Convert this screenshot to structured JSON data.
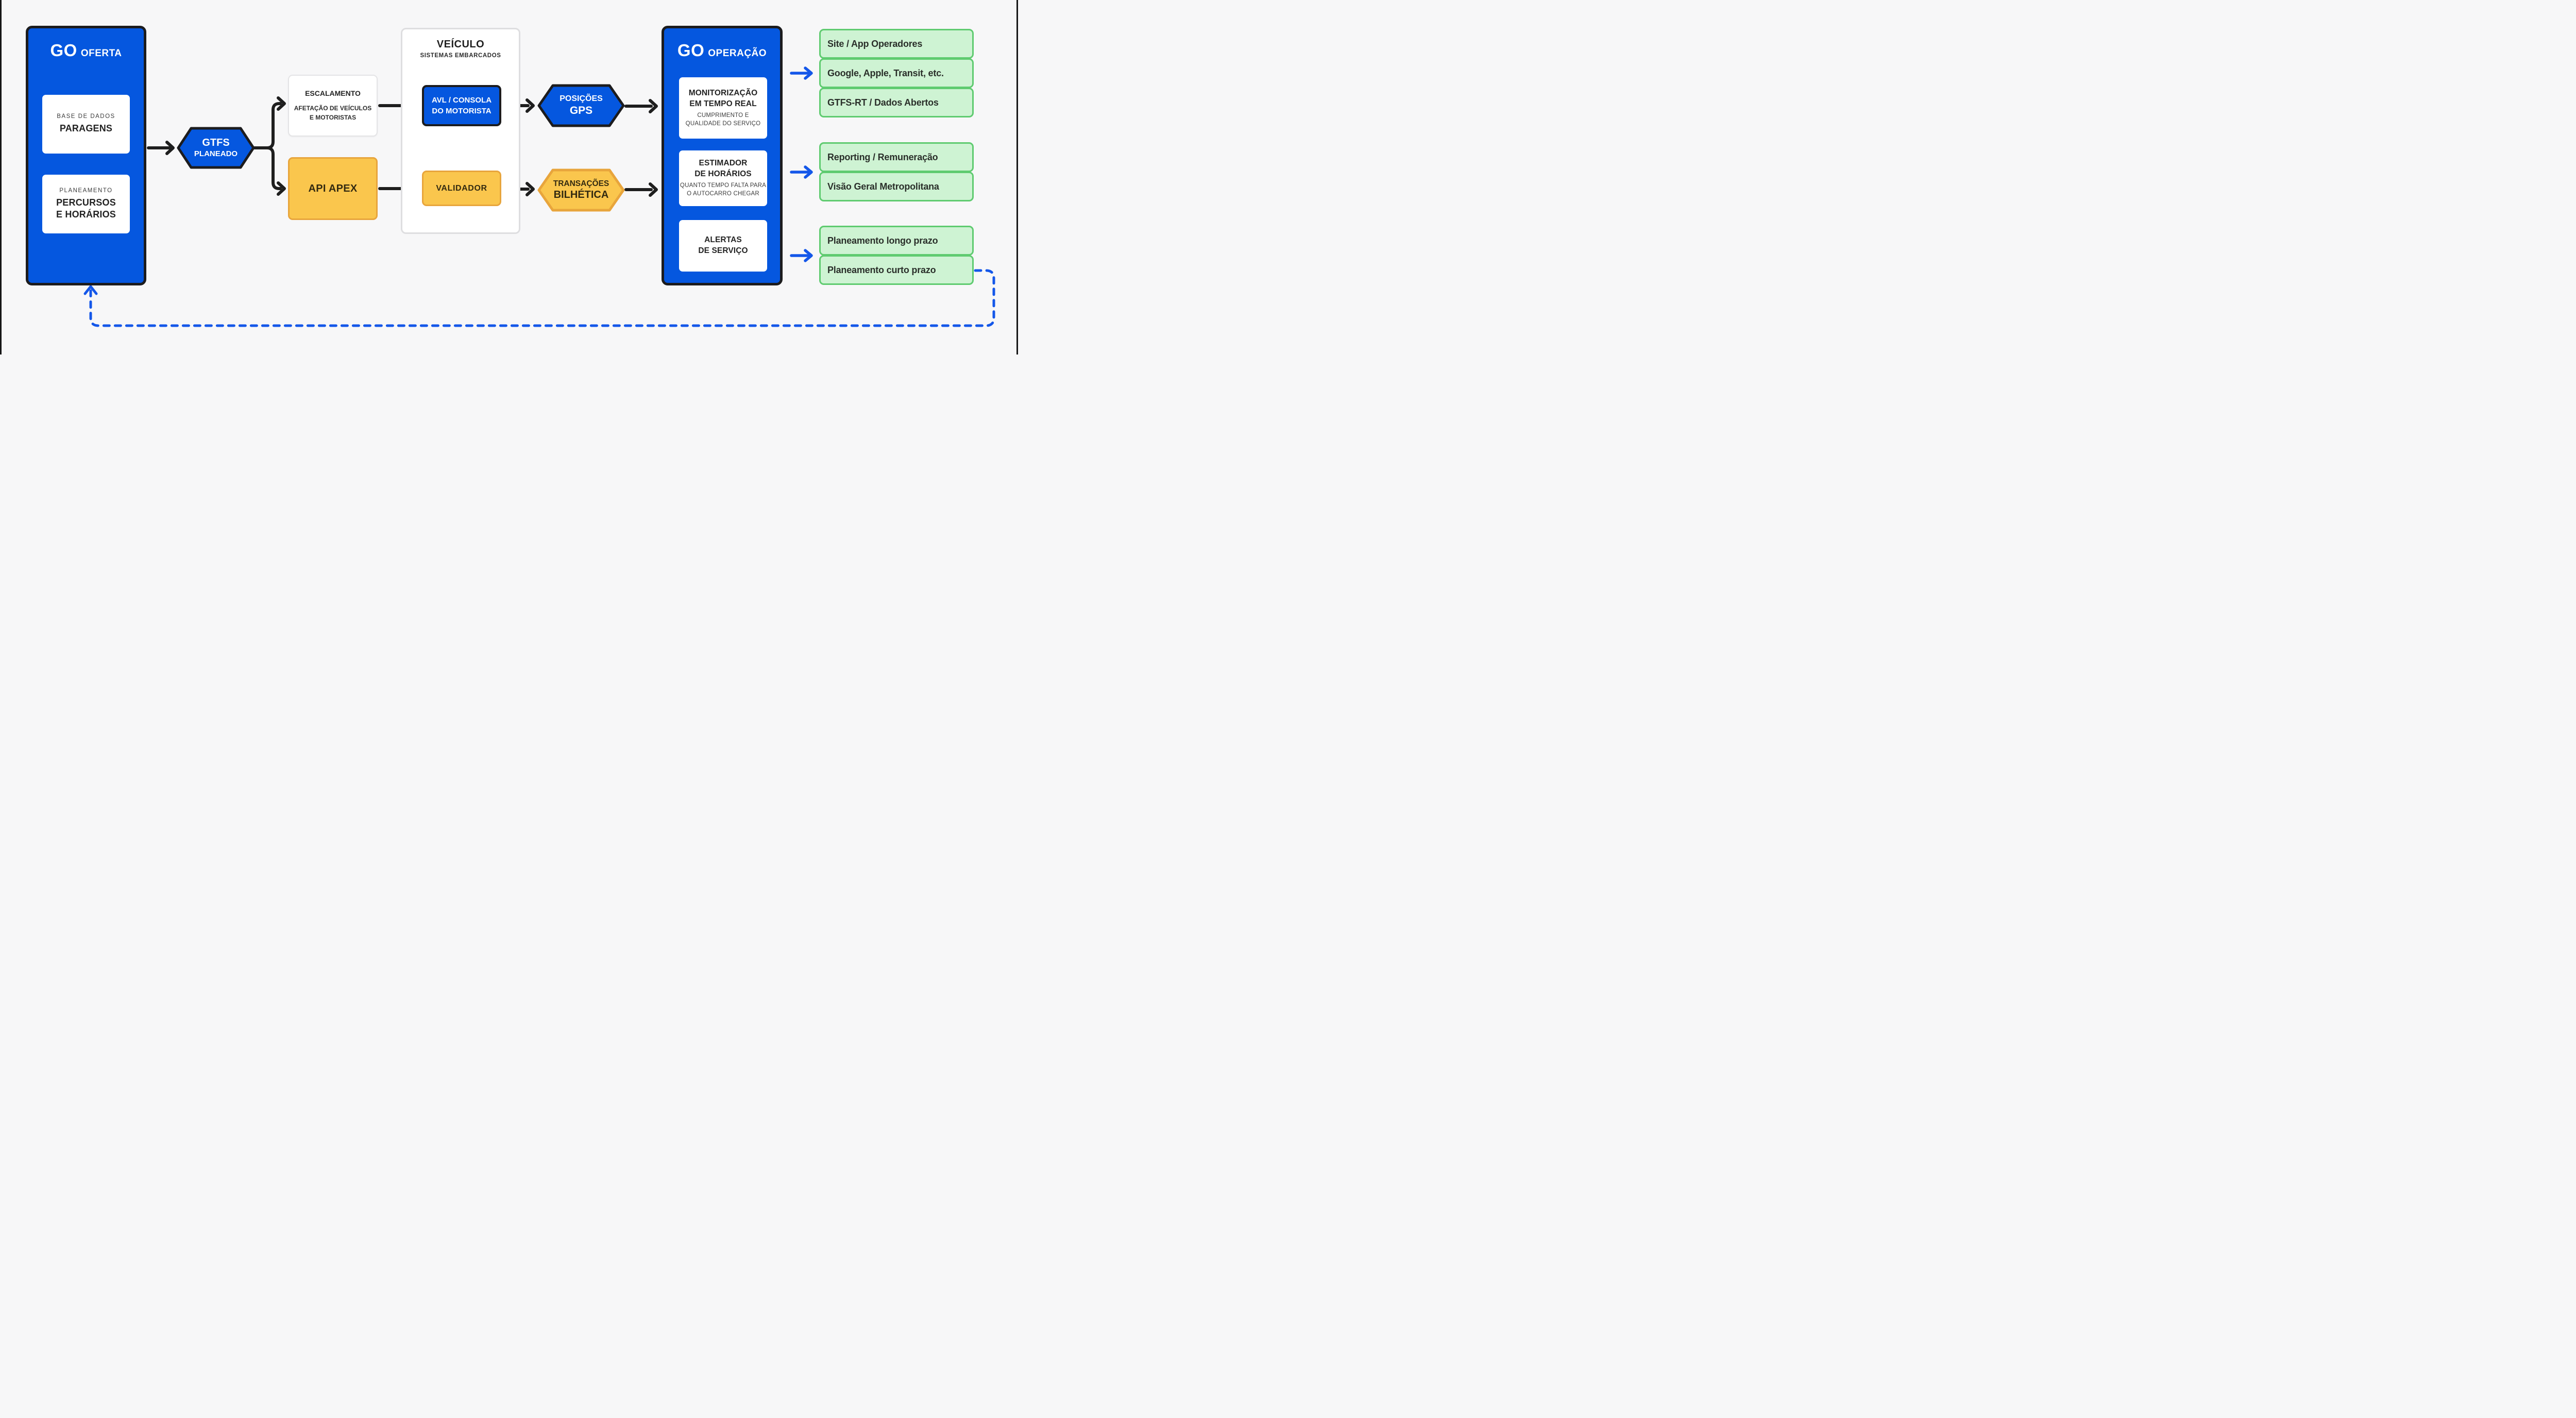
{
  "colors": {
    "background": "#F7F7F8",
    "brand_blue": "#0557DF",
    "arrow_blue": "#1457E9",
    "arrow_black": "#1E1E1E",
    "yellow_fill": "#FAC64D",
    "yellow_border": "#E8A53C",
    "green_fill": "#CEF3D3",
    "green_border": "#5FCB70"
  },
  "go_oferta": {
    "brand": "GO",
    "title": "OFERTA",
    "cards": [
      {
        "label": "BASE DE DADOS",
        "title_lines": [
          "PARAGENS"
        ]
      },
      {
        "label": "PLANEAMENTO",
        "title_lines": [
          "PERCURSOS",
          "E HORÁRIOS"
        ]
      }
    ]
  },
  "gtfs": {
    "line1": "GTFS",
    "line2": "PLANEADO"
  },
  "escalamento": {
    "title": "ESCALAMENTO",
    "subtitle_lines": [
      "AFETAÇÃO DE VEÍCULOS",
      "E MOTORISTAS"
    ]
  },
  "api_apex": {
    "title": "API APEX"
  },
  "veiculo": {
    "title": "VEÍCULO",
    "subtitle": "SISTEMAS EMBARCADOS",
    "avl_lines": [
      "AVL / CONSOLA",
      "DO MOTORISTA"
    ],
    "validador": "VALIDADOR"
  },
  "posicoes_gps": {
    "line1": "POSIÇÕES",
    "line2": "GPS"
  },
  "transacoes": {
    "line1": "TRANSAÇÕES",
    "line2": "BILHÉTICA"
  },
  "go_operacao": {
    "brand": "GO",
    "title": "OPERAÇÃO",
    "cards": [
      {
        "title_lines": [
          "MONITORIZAÇÃO",
          "EM TEMPO REAL"
        ],
        "subtitle_lines": [
          "CUMPRIMENTO E",
          "QUALIDADE DO SERVIÇO"
        ]
      },
      {
        "title_lines": [
          "ESTIMADOR",
          "DE HORÁRIOS"
        ],
        "subtitle_lines": [
          "QUANTO TEMPO FALTA PARA",
          "O AUTOCARRO CHEGAR"
        ]
      },
      {
        "title_lines": [
          "ALERTAS",
          "DE SERVIÇO"
        ],
        "subtitle_lines": []
      }
    ]
  },
  "outputs": {
    "group1": {
      "items": [
        "Site / App Operadores",
        "Google, Apple, Transit, etc.",
        "GTFS-RT / Dados Abertos"
      ]
    },
    "group2": {
      "items": [
        "Reporting / Remuneração",
        "Visão Geral Metropolitana"
      ]
    },
    "group3": {
      "items": [
        "Planeamento longo prazo",
        "Planeamento curto prazo"
      ]
    }
  }
}
